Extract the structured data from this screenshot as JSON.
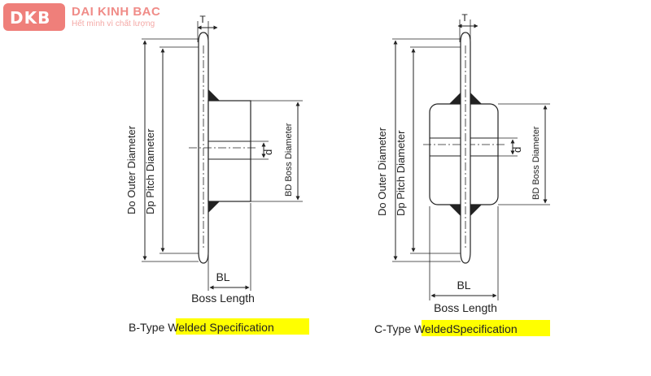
{
  "logo": {
    "mark_text": "DKB",
    "company_name": "DAI KINH BAC",
    "tagline": "Hết mình vì chất lượng",
    "color": "#ef7f7a"
  },
  "highlight_color": "#ffff00",
  "line_color": "#222222",
  "fill_color": "#222222",
  "diagrams": [
    {
      "id": "b-type",
      "dimensions": {
        "thickness": "T",
        "outer_diameter": "Do Outer Diameter",
        "pitch_diameter": "Dp Pitch Diameter",
        "bore": "d",
        "boss_diameter": "BD Boss Diameter",
        "boss_length_short": "BL",
        "boss_length": "Boss Length"
      },
      "caption_plain": "B-Type ",
      "caption_highlight": "Welded Specification"
    },
    {
      "id": "c-type",
      "dimensions": {
        "thickness": "T",
        "outer_diameter": "Do Outer Diameter",
        "pitch_diameter": "Dp Pitch Diameter",
        "bore": "d",
        "boss_diameter": "BD Boss Diameter",
        "boss_length_short": "BL",
        "boss_length": "Boss Length"
      },
      "caption_plain": "C-Type ",
      "caption_highlight": "WeldedSpecification"
    }
  ]
}
